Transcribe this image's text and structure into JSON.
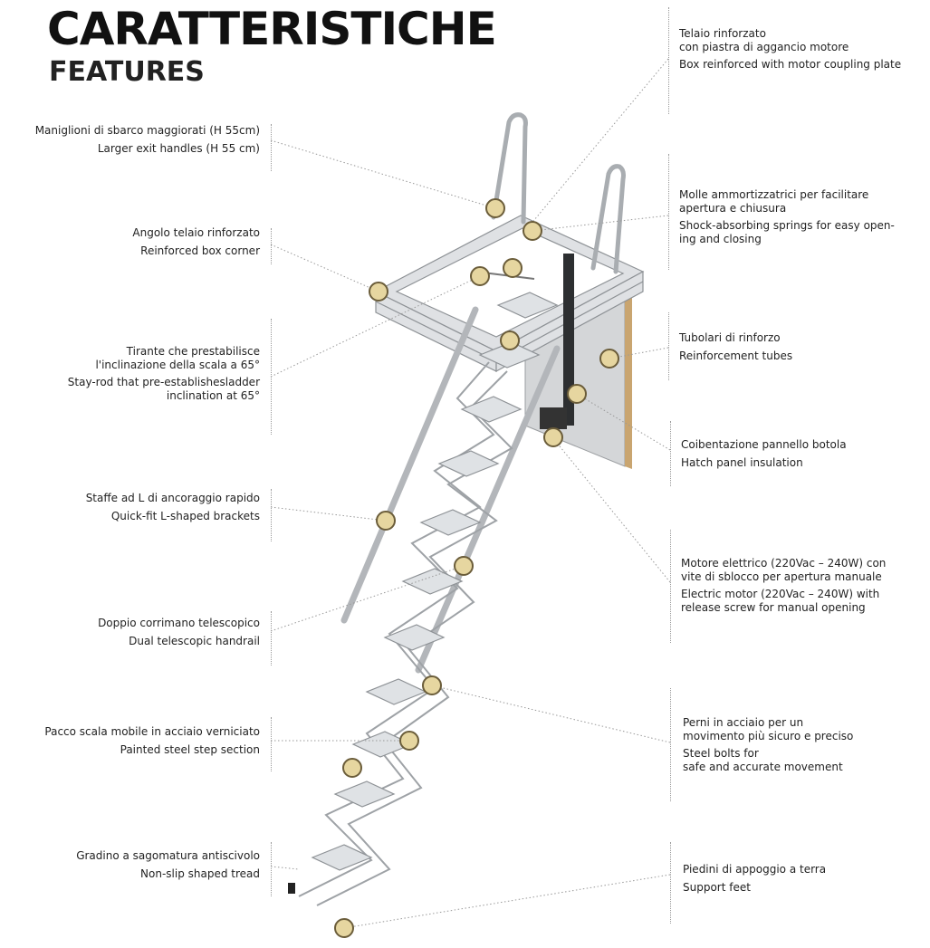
{
  "header": {
    "title": "CARATTERISTICHE",
    "subtitle": "FEATURES"
  },
  "colors": {
    "marker_fill": "#e6d6a0",
    "marker_stroke": "#6b5d3a",
    "leader": "#999999",
    "metal": "#c9ccd0",
    "insulation": "#c9a570"
  },
  "features_left": [
    {
      "it": "Maniglioni di sbarco maggiorati (H 55cm)",
      "en": "Larger exit handles (H 55 cm)"
    },
    {
      "it": "Angolo telaio rinforzato",
      "en": "Reinforced box corner"
    },
    {
      "it": "Tirante che prestabilisce\nl'inclinazione della scala a 65°",
      "en": "Stay-rod that pre-establishesladder\ninclination at 65°"
    },
    {
      "it": "Staffe ad L di ancoraggio rapido",
      "en": "Quick-fit L-shaped brackets"
    },
    {
      "it": "Doppio corrimano telescopico",
      "en": "Dual telescopic handrail"
    },
    {
      "it": "Pacco scala mobile in acciaio verniciato",
      "en": "Painted steel step section"
    },
    {
      "it": "Gradino a sagomatura antiscivolo",
      "en": "Non-slip shaped tread"
    }
  ],
  "features_right": [
    {
      "it": "Telaio rinforzato\ncon piastra di aggancio motore",
      "en": "Box reinforced with motor coupling plate"
    },
    {
      "it": "Molle ammortizzatrici per facilitare\napertura e chiusura",
      "en": "Shock-absorbing springs for easy open-\ning and closing"
    },
    {
      "it": "Tubolari di rinforzo",
      "en": "Reinforcement tubes"
    },
    {
      "it": "Coibentazione pannello botola",
      "en": "Hatch panel insulation"
    },
    {
      "it": "Motore elettrico (220Vac – 240W) con\nvite di sblocco per apertura manuale",
      "en": "Electric motor (220Vac – 240W) with\nrelease screw for manual opening"
    },
    {
      "it": "Perni in acciaio per un\nmovimento più sicuro e preciso",
      "en": "Steel bolts for\nsafe and accurate movement"
    },
    {
      "it": "Piedini di appoggio a terra",
      "en": "Support feet"
    }
  ]
}
